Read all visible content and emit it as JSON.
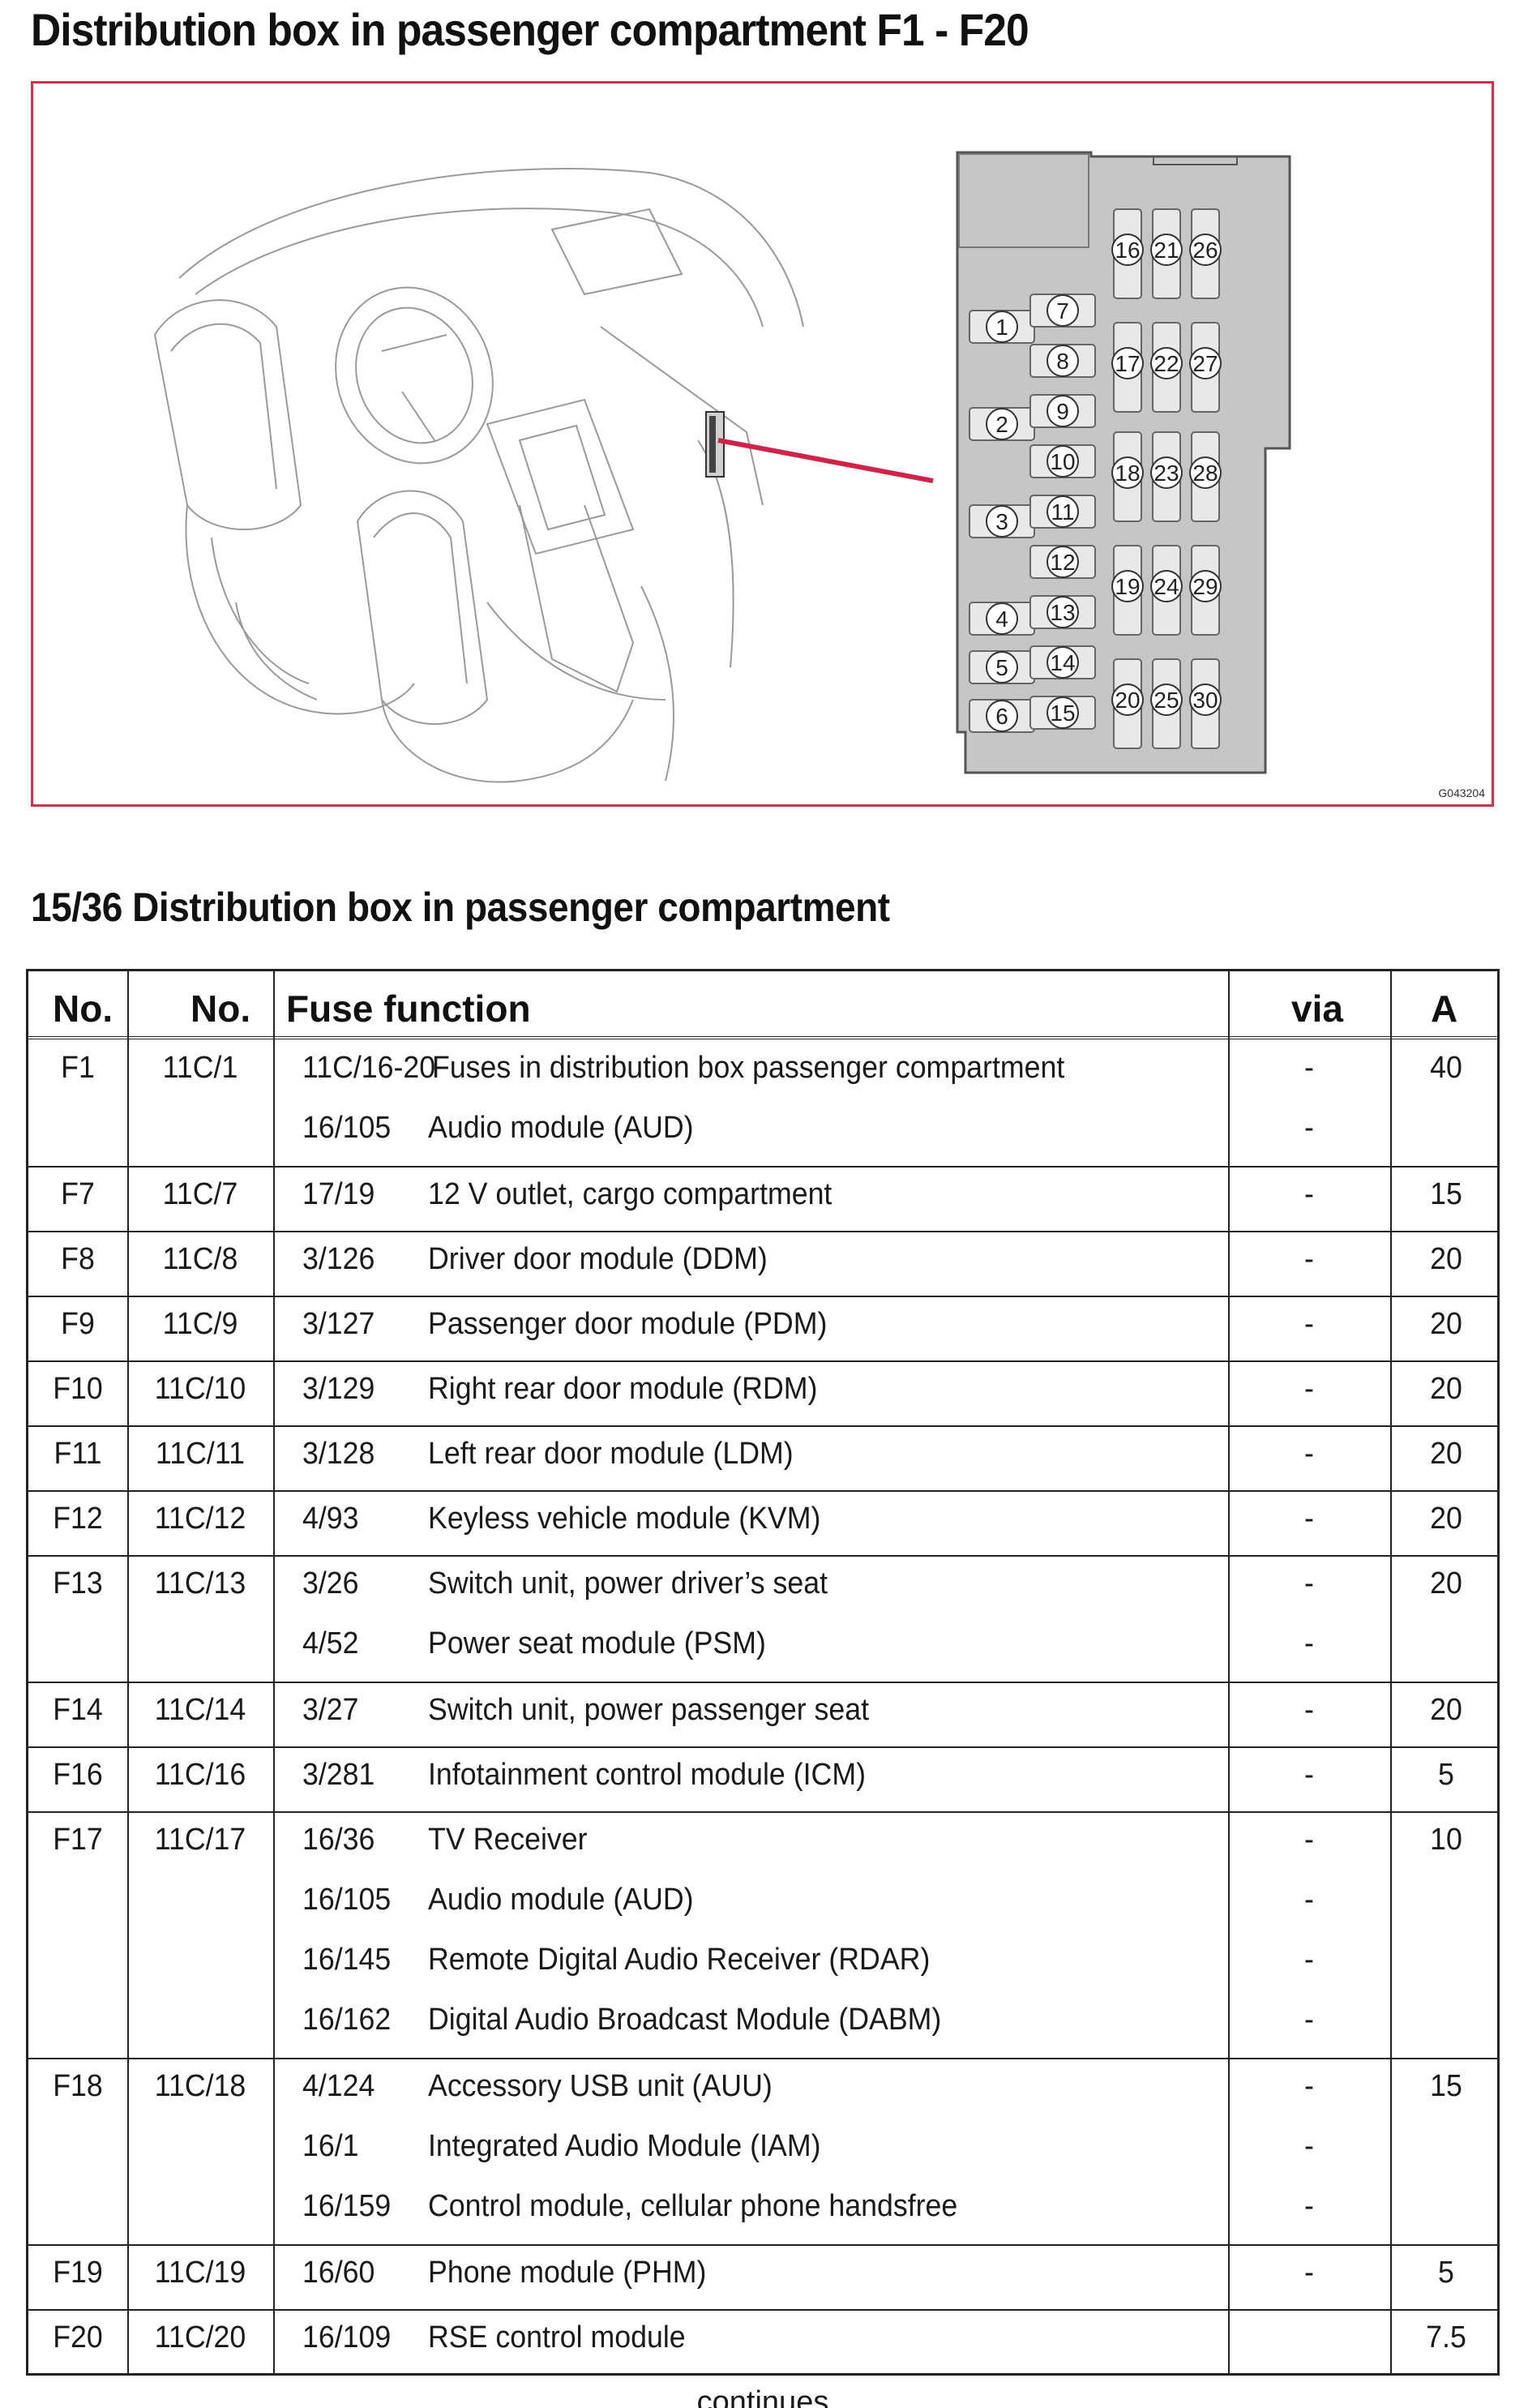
{
  "page_title": "Distribution box in passenger compartment F1 - F20",
  "figure": {
    "code": "G043204",
    "fuse_numbers": [
      "1",
      "2",
      "3",
      "4",
      "5",
      "6",
      "7",
      "8",
      "9",
      "10",
      "11",
      "12",
      "13",
      "14",
      "15",
      "16",
      "17",
      "18",
      "19",
      "20",
      "21",
      "22",
      "23",
      "24",
      "25",
      "26",
      "27",
      "28",
      "29",
      "30"
    ],
    "colors": {
      "frame": "#c8354f",
      "box": "#c6c6c6",
      "pointer": "#d0234a"
    }
  },
  "section_title": "15/36 Distribution box in passenger compartment",
  "table": {
    "headers": {
      "no1": "No.",
      "no2": "No.",
      "function": "Fuse function",
      "via": "via",
      "amp": "A"
    },
    "rows": [
      {
        "no": "F1",
        "conn": "11C/1",
        "amp": "40",
        "lines": [
          {
            "code": "11C/16-20",
            "desc": "Fuses in distribution box passenger compartment",
            "via": "-"
          },
          {
            "code": "16/105",
            "desc": "Audio module (AUD)",
            "via": "-"
          }
        ]
      },
      {
        "no": "F7",
        "conn": "11C/7",
        "amp": "15",
        "lines": [
          {
            "code": "17/19",
            "desc": "12 V outlet, cargo compartment",
            "via": "-"
          }
        ]
      },
      {
        "no": "F8",
        "conn": "11C/8",
        "amp": "20",
        "lines": [
          {
            "code": "3/126",
            "desc": "Driver door module (DDM)",
            "via": "-"
          }
        ]
      },
      {
        "no": "F9",
        "conn": "11C/9",
        "amp": "20",
        "lines": [
          {
            "code": "3/127",
            "desc": "Passenger door module (PDM)",
            "via": "-"
          }
        ]
      },
      {
        "no": "F10",
        "conn": "11C/10",
        "amp": "20",
        "lines": [
          {
            "code": "3/129",
            "desc": "Right rear door module (RDM)",
            "via": "-"
          }
        ]
      },
      {
        "no": "F11",
        "conn": "11C/11",
        "amp": "20",
        "lines": [
          {
            "code": "3/128",
            "desc": "Left rear door module (LDM)",
            "via": "-"
          }
        ]
      },
      {
        "no": "F12",
        "conn": "11C/12",
        "amp": "20",
        "lines": [
          {
            "code": "4/93",
            "desc": "Keyless vehicle module (KVM)",
            "via": "-"
          }
        ]
      },
      {
        "no": "F13",
        "conn": "11C/13",
        "amp": "20",
        "lines": [
          {
            "code": "3/26",
            "desc": "Switch unit, power driver’s seat",
            "via": "-"
          },
          {
            "code": "4/52",
            "desc": "Power seat module (PSM)",
            "via": "-"
          }
        ]
      },
      {
        "no": "F14",
        "conn": "11C/14",
        "amp": "20",
        "lines": [
          {
            "code": "3/27",
            "desc": "Switch unit, power passenger seat",
            "via": "-"
          }
        ]
      },
      {
        "no": "F16",
        "conn": "11C/16",
        "amp": "5",
        "lines": [
          {
            "code": "3/281",
            "desc": "Infotainment control module (ICM)",
            "via": "-"
          }
        ]
      },
      {
        "no": "F17",
        "conn": "11C/17",
        "amp": "10",
        "lines": [
          {
            "code": "16/36",
            "desc": "TV Receiver",
            "via": "-"
          },
          {
            "code": "16/105",
            "desc": "Audio module (AUD)",
            "via": "-"
          },
          {
            "code": "16/145",
            "desc": "Remote Digital Audio Receiver (RDAR)",
            "via": "-"
          },
          {
            "code": "16/162",
            "desc": "Digital Audio Broadcast Module (DABM)",
            "via": "-"
          }
        ]
      },
      {
        "no": "F18",
        "conn": "11C/18",
        "amp": "15",
        "lines": [
          {
            "code": "4/124",
            "desc": "Accessory USB unit (AUU)",
            "via": "-"
          },
          {
            "code": "16/1",
            "desc": "Integrated Audio Module (IAM)",
            "via": "-"
          },
          {
            "code": "16/159",
            "desc": "Control module, cellular phone handsfree",
            "via": "-"
          }
        ]
      },
      {
        "no": "F19",
        "conn": "11C/19",
        "amp": "5",
        "lines": [
          {
            "code": "16/60",
            "desc": "Phone module (PHM)",
            "via": "-"
          }
        ]
      },
      {
        "no": "F20",
        "conn": "11C/20",
        "amp": "7.5",
        "lines": [
          {
            "code": "16/109",
            "desc": "RSE control module",
            "via": ""
          }
        ]
      }
    ],
    "footer": "continues"
  }
}
